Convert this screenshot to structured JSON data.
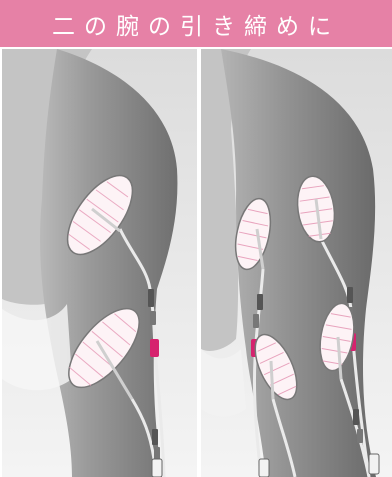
{
  "header": {
    "title": "二の腕の引き締めに",
    "background": "#e681a6",
    "text_color": "#ffffff"
  },
  "illustration": {
    "left_panel": {
      "pad_count": 2
    },
    "right_panel": {
      "pad_count": 4
    },
    "pad_fill": "#fdf3f6",
    "pad_print": "#e8a3bd",
    "connector_color": "#d6226e",
    "skin_color": "#8d8d8d",
    "background_color": "#e4e4e4"
  }
}
